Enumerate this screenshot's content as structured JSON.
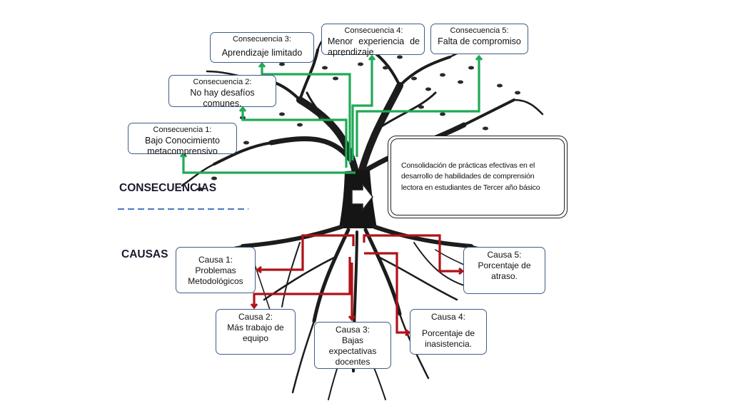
{
  "labels": {
    "consecuencias": "CONSECUENCIAS",
    "causas": "CAUSAS"
  },
  "central_text": "Consolidación de prácticas efectivas en el desarrollo de habilidades de comprensión lectora en estudiantes de Tercer año básico",
  "consecuencias": [
    {
      "title": "Consecuencia 1:",
      "text": "Bajo Conocimiento metacomprensivo"
    },
    {
      "title": "Consecuencia 2:",
      "text": "No hay desafíos comunes."
    },
    {
      "title": "Consecuencia 3:",
      "text": "Aprendizaje  limitado"
    },
    {
      "title": "Consecuencia 4:",
      "text": "Menor experiencia de aprendizaje"
    },
    {
      "title": "Consecuencia 5:",
      "text": "Falta de compromiso"
    }
  ],
  "causas": [
    {
      "title": "Causa 1:",
      "text": "Problemas Metodológicos"
    },
    {
      "title": "Causa 2:",
      "text": "Más trabajo de equipo"
    },
    {
      "title": "Causa 3:",
      "text": "Bajas expectativas docentes"
    },
    {
      "title": "Causa 4:",
      "text": "Porcentaje de inasistencia."
    },
    {
      "title": "Causa 5:",
      "text": "Porcentaje de atraso."
    }
  ],
  "colors": {
    "consequence_arrows": "#1faa55",
    "cause_arrows": "#b01218",
    "box_border": "#3f5e86",
    "divider": "#4a78c0",
    "tree": "#1c1c1c"
  }
}
